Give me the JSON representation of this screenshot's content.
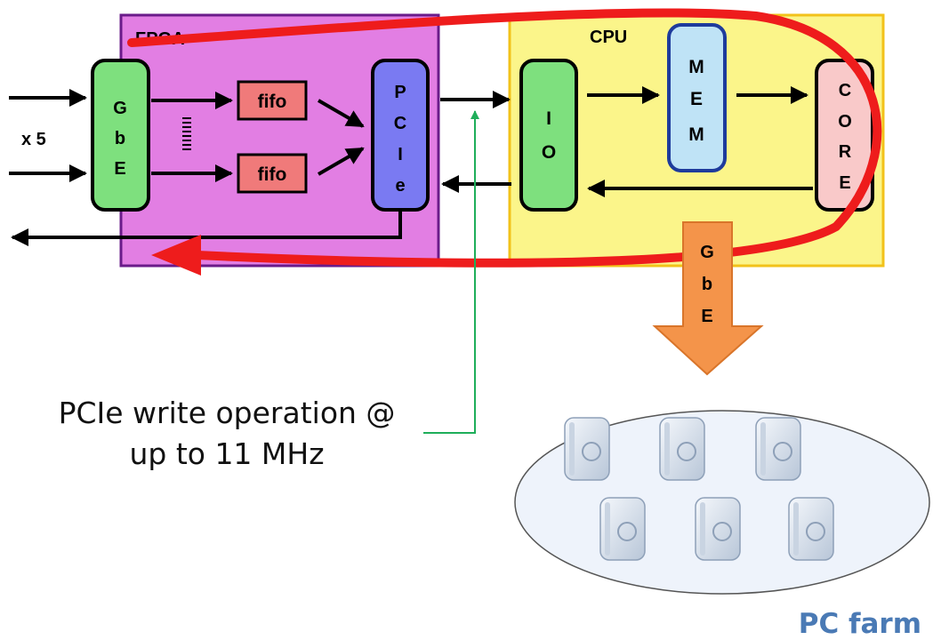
{
  "fpga": {
    "title": "FPGA",
    "gbe_letters": [
      "G",
      "b",
      "E"
    ],
    "fifo_labels": [
      "fifo",
      "fifo"
    ],
    "pcie_letters": [
      "P",
      "C",
      "I",
      "e"
    ],
    "input_multiplier": "x 5"
  },
  "cpu": {
    "title": "CPU",
    "io_letters": [
      "I",
      "O"
    ],
    "mem_letters": [
      "M",
      "E",
      "M"
    ],
    "core_letters": [
      "C",
      "O",
      "R",
      "E"
    ],
    "gbe_out_letters": [
      "G",
      "b",
      "E"
    ]
  },
  "annotation": {
    "line1": "PCIe write operation @",
    "line2": "up to 11 MHz"
  },
  "farm": {
    "label": "PC farm",
    "server_count": 6
  },
  "colors": {
    "fpga_bg": "#e27ee3",
    "fpga_border": "#6a1b8a",
    "cpu_bg": "#fbf58a",
    "cpu_border": "#f2c21a",
    "gbe_box": "#7ee07e",
    "fifo_box": "#f07a7a",
    "pcie_box": "#7a7af2",
    "mem_box": "#bfe3f6",
    "mem_border": "#1e3b9c",
    "core_box": "#f9c9c9",
    "gbe_arrow": "#f4944a",
    "loop_arrow": "#ee1c1c",
    "annotation_arrow": "#1fae5a",
    "farm_ellipse": "#eef3fb",
    "farm_label": "#4a7ab5"
  }
}
